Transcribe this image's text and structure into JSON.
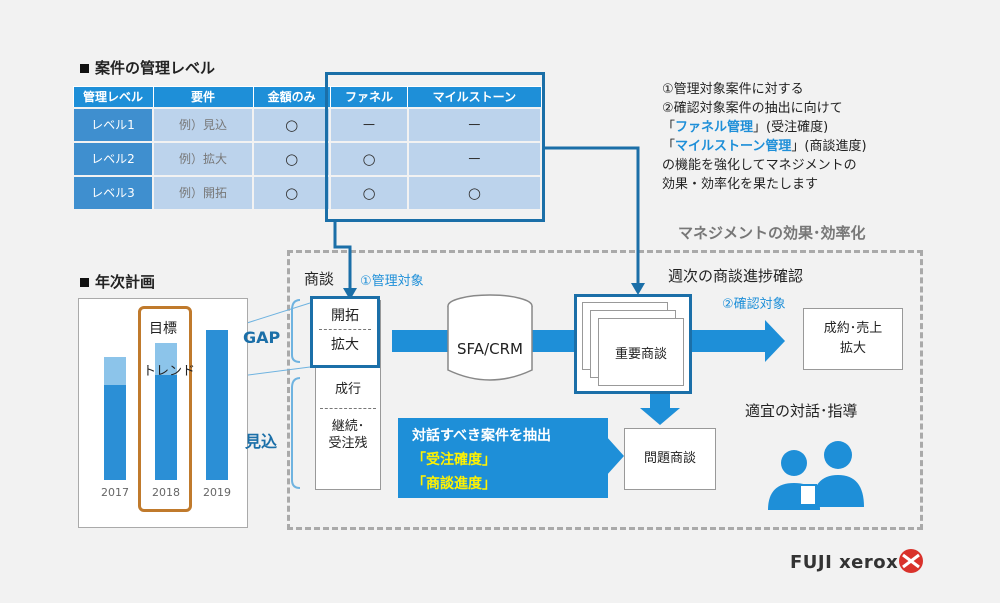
{
  "top_title": "案件の管理レベル",
  "plan_title": "年次計画",
  "table": {
    "headers": [
      "管理レベル",
      "要件",
      "金額のみ",
      "ファネル",
      "マイルストーン"
    ],
    "rows": [
      [
        "レベル1",
        "例）見込",
        "○",
        "－",
        "－"
      ],
      [
        "レベル2",
        "例）拡大",
        "○",
        "○",
        "－"
      ],
      [
        "レベル3",
        "例）開拓",
        "○",
        "○",
        "○"
      ]
    ]
  },
  "note": {
    "line1": "①管理対象案件に対する",
    "line2": "②確認対象案件の抽出に向けて",
    "line3_open": "「",
    "line3_hl": "ファネル管理",
    "line3_rest": "」(受注確度)",
    "line4_open": "「",
    "line4_hl": "マイルストーン管理",
    "line4_rest": "」(商談進度)",
    "line5": "の機能を強化してマネジメントの",
    "line6": "効果・効率化を果たします"
  },
  "mgmt_title": "マネジメントの効果･効率化",
  "plan": {
    "target": "目標",
    "trend": "トレンド",
    "years": [
      "2017",
      "2018",
      "2019"
    ]
  },
  "labels": {
    "gap": "GAP",
    "mikomi": "見込",
    "shodan": "商談",
    "managed": "①管理対象",
    "weekly": "週次の商談進捗確認",
    "confirm": "②確認対象",
    "kaitaku": "開拓",
    "kakudai": "拡大",
    "seiko": "成行",
    "keizoku": "継続･\n受注残",
    "sfa": "SFA/CRM",
    "juyou": "重要商談",
    "result_l1": "成約･売上",
    "result_l2": "拡大",
    "tekigi": "適宜の対話･指導",
    "mondai": "問題商談",
    "callout_l1": "対話すべき案件を抽出",
    "callout_l2": "「受注確度」",
    "callout_l3": "「商談進度」"
  },
  "brand": "FUJI xerox",
  "colors": {
    "accent": "#1e8fd8",
    "frame": "#1b6fa8",
    "plan_highlight": "#c07a2c"
  }
}
